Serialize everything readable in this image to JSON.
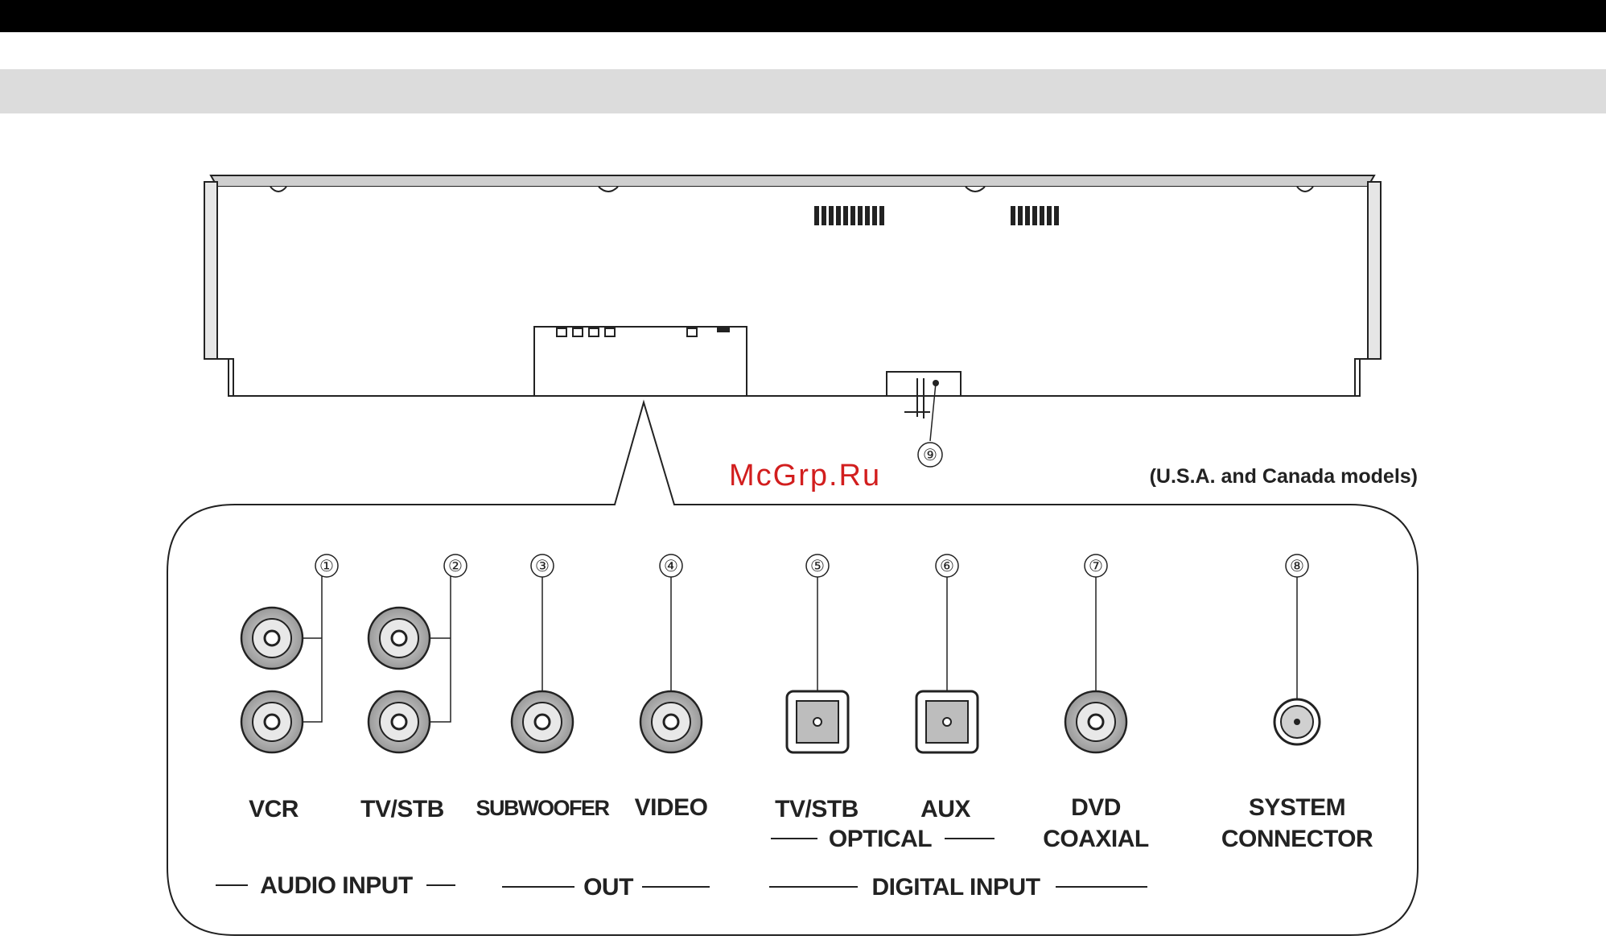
{
  "header": {
    "top_bar_color": "#000000",
    "band_color": "#dcdcdc"
  },
  "watermark": {
    "text": "McGrp.Ru",
    "color": "#d21e1e"
  },
  "model_note": "(U.S.A. and Canada models)",
  "callout_numbers": [
    "①",
    "②",
    "③",
    "④",
    "⑤",
    "⑥",
    "⑦",
    "⑧",
    "⑨"
  ],
  "jacks": {
    "vcr": "VCR",
    "tv_stb_audio": "TV/STB",
    "subwoofer": "SUBWOOFER",
    "video": "VIDEO",
    "tv_stb_optical": "TV/STB",
    "aux": "AUX",
    "dvd": "DVD",
    "coaxial": "COAXIAL",
    "system": "SYSTEM",
    "connector": "CONNECTOR"
  },
  "groups": {
    "optical": "OPTICAL",
    "audio_input": "AUDIO INPUT",
    "out": "OUT",
    "digital_input": "DIGITAL INPUT"
  }
}
